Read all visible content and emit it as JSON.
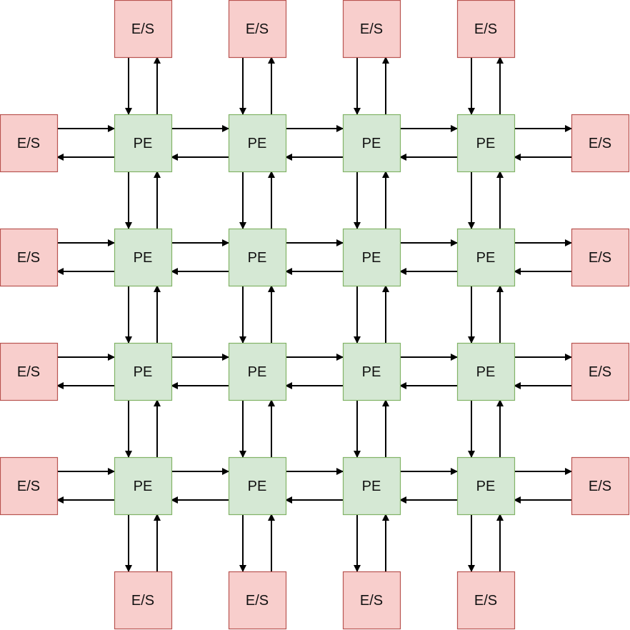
{
  "diagram": {
    "pe_label": "PE",
    "io_label": "E/S",
    "grid": {
      "rows": 4,
      "cols": 4
    },
    "colors": {
      "pe_fill": "#d5e8d4",
      "pe_stroke": "#82b366",
      "io_fill": "#f8cecc",
      "io_stroke": "#b85450",
      "arrow": "#000000"
    }
  }
}
